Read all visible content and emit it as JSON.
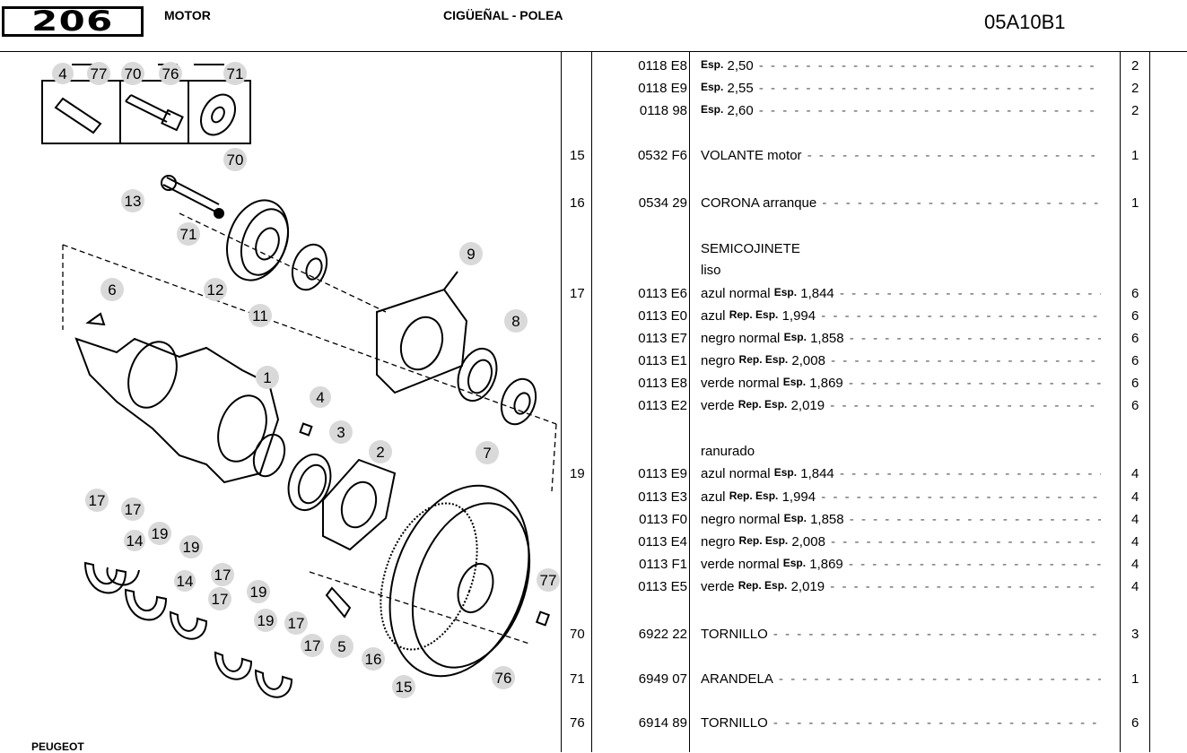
{
  "header": {
    "model": "206",
    "section": "MOTOR",
    "title": "CIGÜEÑAL - POLEA",
    "code": "05A10B1"
  },
  "footer": {
    "brand": "PEUGEOT"
  },
  "parts": [
    {
      "ref": "",
      "number": "0118 E8",
      "pre": "",
      "esp": "Esp.",
      "value": "2,50",
      "qty": "2"
    },
    {
      "ref": "",
      "number": "0118 E9",
      "pre": "",
      "esp": "Esp.",
      "value": "2,55",
      "qty": "2"
    },
    {
      "ref": "",
      "number": "0118 98",
      "pre": "",
      "esp": "Esp.",
      "value": "2,60",
      "qty": "2"
    },
    {
      "ref": "15",
      "number": "0532 F6",
      "pre": "VOLANTE motor",
      "esp": "",
      "value": "",
      "qty": "1"
    },
    {
      "ref": "16",
      "number": "0534 29",
      "pre": "CORONA arranque",
      "esp": "",
      "value": "",
      "qty": "1"
    },
    {
      "ref": "",
      "number": "",
      "pre": "SEMICOJINETE",
      "esp": "",
      "value": "",
      "qty": ""
    },
    {
      "ref": "",
      "number": "",
      "pre": "liso",
      "esp": "",
      "value": "",
      "qty": ""
    },
    {
      "ref": "17",
      "number": "0113 E6",
      "pre": "azul normal",
      "esp": "Esp.",
      "value": "1,844",
      "qty": "6"
    },
    {
      "ref": "",
      "number": "0113 E0",
      "pre": "azul",
      "esp": "Rep. Esp.",
      "value": "1,994",
      "qty": "6"
    },
    {
      "ref": "",
      "number": "0113 E7",
      "pre": "negro normal",
      "esp": "Esp.",
      "value": "1,858",
      "qty": "6"
    },
    {
      "ref": "",
      "number": "0113 E1",
      "pre": "negro",
      "esp": "Rep. Esp.",
      "value": "2,008",
      "qty": "6"
    },
    {
      "ref": "",
      "number": "0113 E8",
      "pre": "verde normal",
      "esp": "Esp.",
      "value": "1,869",
      "qty": "6"
    },
    {
      "ref": "",
      "number": "0113 E2",
      "pre": "verde",
      "esp": "Rep. Esp.",
      "value": "2,019",
      "qty": "6"
    },
    {
      "ref": "",
      "number": "",
      "pre": "ranurado",
      "esp": "",
      "value": "",
      "qty": ""
    },
    {
      "ref": "19",
      "number": "0113 E9",
      "pre": "azul normal",
      "esp": "Esp.",
      "value": "1,844",
      "qty": "4"
    },
    {
      "ref": "",
      "number": "0113 E3",
      "pre": "azul",
      "esp": "Rep. Esp.",
      "value": "1,994",
      "qty": "4"
    },
    {
      "ref": "",
      "number": "0113 F0",
      "pre": "negro normal",
      "esp": "Esp.",
      "value": "1,858",
      "qty": "4"
    },
    {
      "ref": "",
      "number": "0113 E4",
      "pre": "negro",
      "esp": "Rep. Esp.",
      "value": "2,008",
      "qty": "4"
    },
    {
      "ref": "",
      "number": "0113 F1",
      "pre": "verde normal",
      "esp": "Esp.",
      "value": "1,869",
      "qty": "4"
    },
    {
      "ref": "",
      "number": "0113 E5",
      "pre": "verde",
      "esp": "Rep. Esp.",
      "value": "2,019",
      "qty": "4"
    },
    {
      "ref": "70",
      "number": "6922 22",
      "pre": "TORNILLO",
      "esp": "",
      "value": "",
      "qty": "3"
    },
    {
      "ref": "71",
      "number": "6949 07",
      "pre": "ARANDELA",
      "esp": "",
      "value": "",
      "qty": "1"
    },
    {
      "ref": "76",
      "number": "6914 89",
      "pre": "TORNILLO",
      "esp": "",
      "value": "",
      "qty": "6"
    }
  ],
  "callouts": [
    "4",
    "77",
    "70",
    "76",
    "71",
    "70",
    "13",
    "71",
    "9",
    "12",
    "6",
    "11",
    "8",
    "1",
    "4",
    "3",
    "2",
    "7",
    "17",
    "17",
    "14",
    "19",
    "19",
    "14",
    "17",
    "17",
    "19",
    "17",
    "19",
    "5",
    "17",
    "16",
    "15",
    "76",
    "77"
  ]
}
